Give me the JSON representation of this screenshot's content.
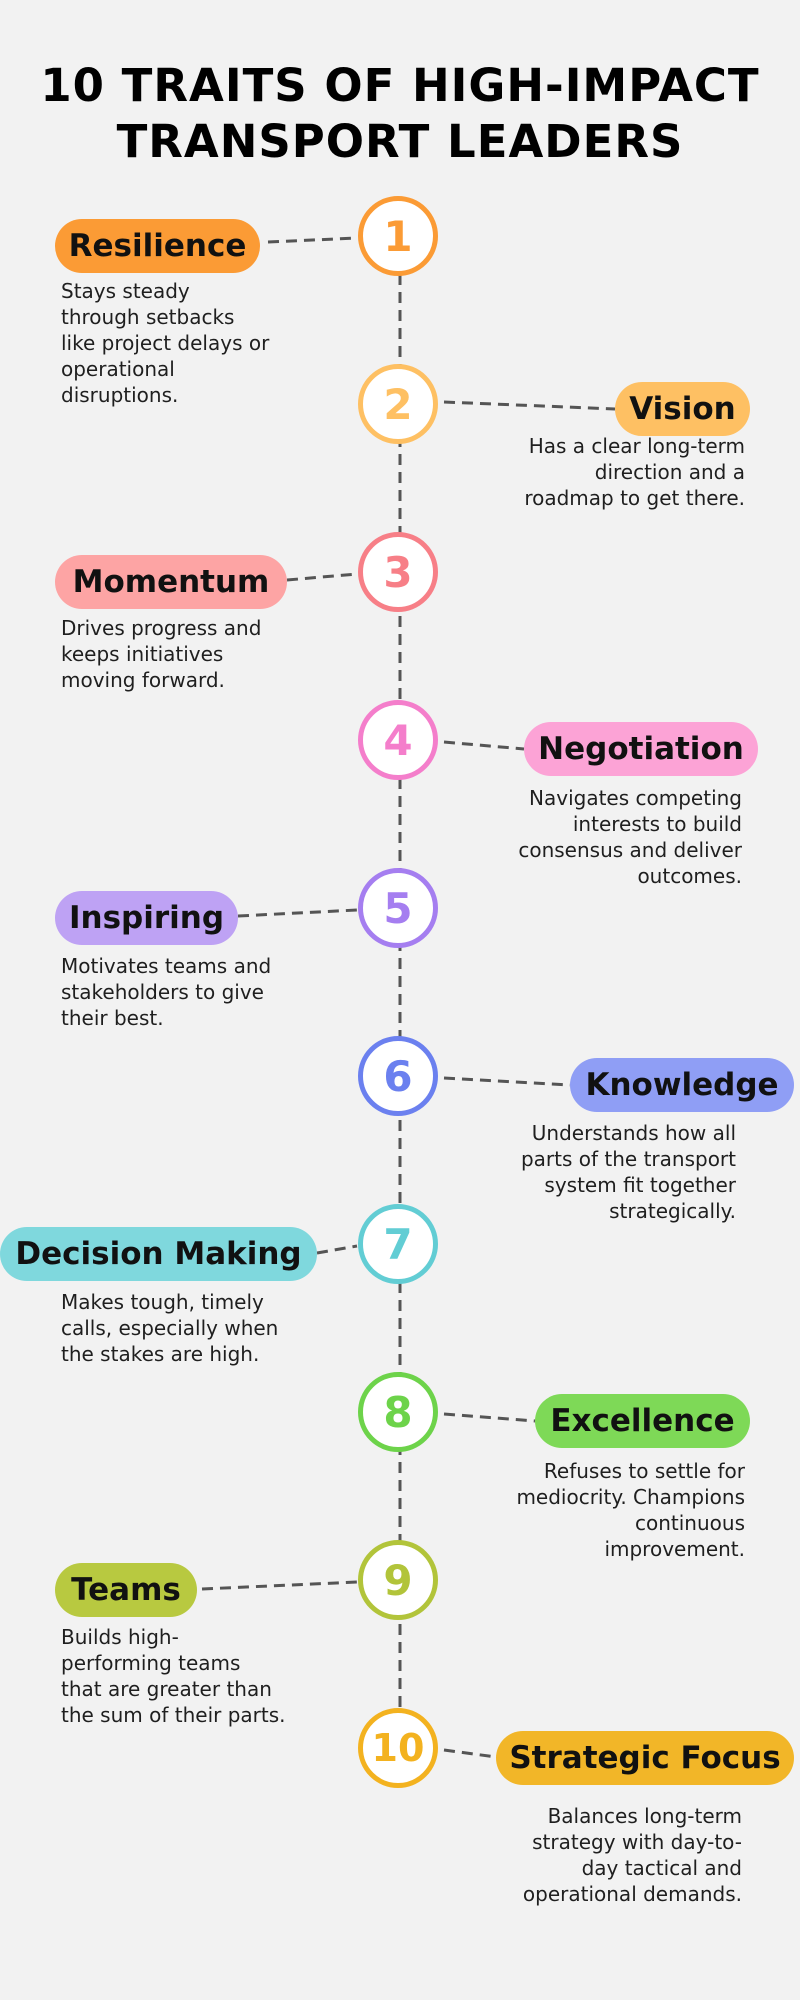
{
  "title": {
    "line1": "10 TRAITS OF HIGH-IMPACT",
    "line2": "TRANSPORT LEADERS"
  },
  "traits": [
    {
      "number": "1",
      "name": "Resilience",
      "color": "#fb9b35",
      "desc": [
        "Stays steady",
        "through setbacks",
        "like project delays or",
        "operational",
        "disruptions."
      ]
    },
    {
      "number": "2",
      "name": "Vision",
      "color": "#fec063",
      "desc": [
        "Has a clear long-term",
        "direction and a",
        "roadmap to get there."
      ]
    },
    {
      "number": "3",
      "name": "Momentum",
      "color": "#fda4a4",
      "ring": "#f77f87",
      "desc": [
        "Drives progress and",
        "keeps initiatives",
        "moving forward."
      ]
    },
    {
      "number": "4",
      "name": "Negotiation",
      "color": "#fca3d6",
      "ring": "#f47ecb",
      "desc": [
        "Navigates competing",
        "interests to build",
        "consensus and deliver",
        "outcomes."
      ]
    },
    {
      "number": "5",
      "name": "Inspiring",
      "color": "#bea2f4",
      "ring": "#a57ef0",
      "desc": [
        "Motivates teams and",
        "stakeholders to give",
        "their best."
      ]
    },
    {
      "number": "6",
      "name": "Knowledge",
      "color": "#8f9ef5",
      "ring": "#6b80ef",
      "desc": [
        "Understands how all",
        "parts of the transport",
        "system fit together",
        "strategically."
      ]
    },
    {
      "number": "7",
      "name": "Decision Making",
      "color": "#7fd8dd",
      "ring": "#62cdd4",
      "desc": [
        "Makes tough, timely",
        "calls, especially when",
        "the stakes are high."
      ]
    },
    {
      "number": "8",
      "name": "Excellence",
      "color": "#7ed957",
      "ring": "#6dd34a",
      "desc": [
        "Refuses to settle for",
        "mediocrity. Champions",
        "continuous",
        "improvement."
      ]
    },
    {
      "number": "9",
      "name": "Teams",
      "color": "#b8c940",
      "ring": "#b2c43a",
      "desc": [
        "Builds high-",
        "performing teams",
        "that are greater than",
        "the sum of their parts."
      ]
    },
    {
      "number": "10",
      "name": "Strategic Focus",
      "color": "#f2b628",
      "ring": "#f3b21f",
      "desc": [
        "Balances long-term",
        "strategy with day-to-",
        "day tactical and",
        "operational demands."
      ]
    }
  ]
}
